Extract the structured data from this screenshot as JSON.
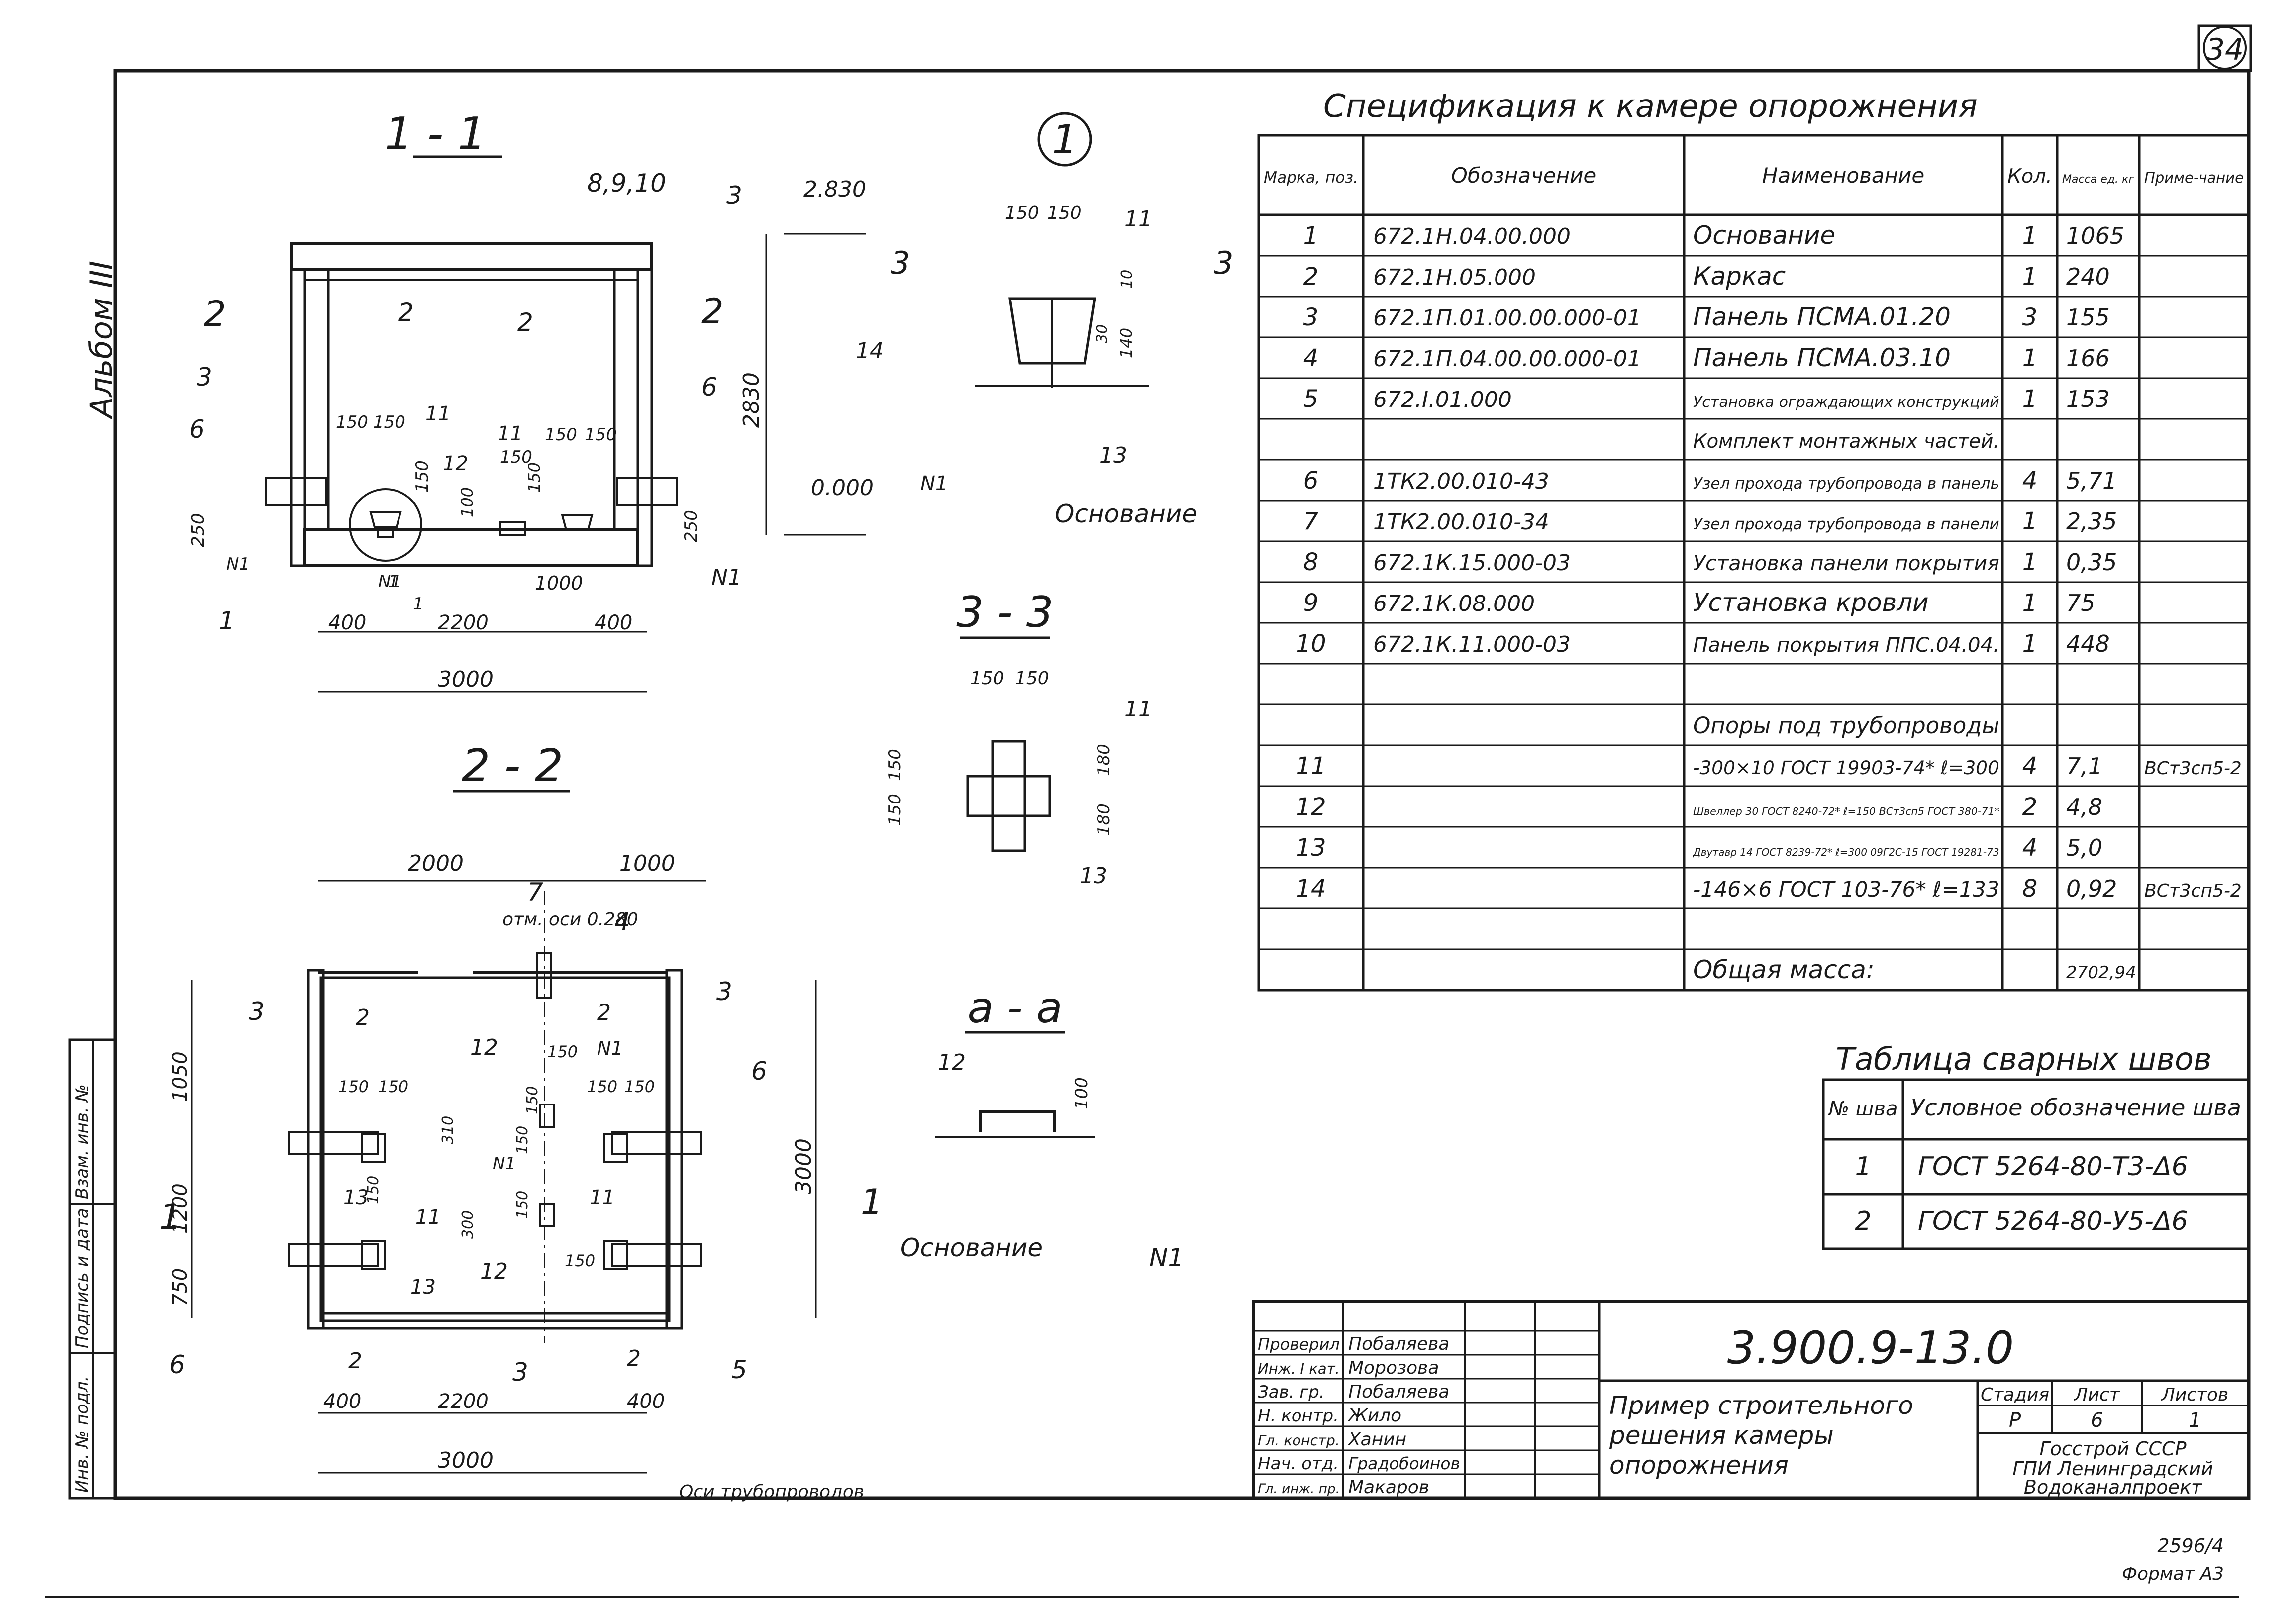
{
  "sheet": {
    "page_number": "34",
    "album": "Альбом III",
    "side_stamp": [
      "Инв. № подл.",
      "Подпись и дата",
      "Взам. инв. №"
    ],
    "footer_number": "2596/4",
    "format": "Формат А3"
  },
  "spec": {
    "title": "Спецификация к камере опорожнения",
    "headers": [
      "Марка, поз.",
      "Обозначение",
      "Наименование",
      "Кол.",
      "Масса ед. кг",
      "Приме-чание"
    ],
    "rows": [
      {
        "pos": "1",
        "code": "672.1Н.04.00.000",
        "name": "Основание",
        "qty": "1",
        "mass": "1065",
        "note": ""
      },
      {
        "pos": "2",
        "code": "672.1Н.05.000",
        "name": "Каркас",
        "qty": "1",
        "mass": "240",
        "note": ""
      },
      {
        "pos": "3",
        "code": "672.1П.01.00.00.000-01",
        "name": "Панель ПСМА.01.20",
        "qty": "3",
        "mass": "155",
        "note": ""
      },
      {
        "pos": "4",
        "code": "672.1П.04.00.00.000-01",
        "name": "Панель ПСМА.03.10",
        "qty": "1",
        "mass": "166",
        "note": ""
      },
      {
        "pos": "5",
        "code": "672.I.01.000",
        "name": "Установка ограждающих конструкций",
        "qty": "1",
        "mass": "153",
        "note": ""
      },
      {
        "pos": "",
        "code": "",
        "name": "Комплект монтажных частей.",
        "qty": "",
        "mass": "",
        "note": ""
      },
      {
        "pos": "6",
        "code": "1ТК2.00.010-43",
        "name": "Узел прохода трубопровода в панель",
        "qty": "4",
        "mass": "5,71",
        "note": ""
      },
      {
        "pos": "7",
        "code": "1ТК2.00.010-34",
        "name": "Узел прохода трубопровода в панели",
        "qty": "1",
        "mass": "2,35",
        "note": ""
      },
      {
        "pos": "8",
        "code": "672.1К.15.000-03",
        "name": "Установка панели покрытия",
        "qty": "1",
        "mass": "0,35",
        "note": ""
      },
      {
        "pos": "9",
        "code": "672.1К.08.000",
        "name": "Установка кровли",
        "qty": "1",
        "mass": "75",
        "note": ""
      },
      {
        "pos": "10",
        "code": "672.1К.11.000-03",
        "name": "Панель покрытия ППС.04.04.",
        "qty": "1",
        "mass": "448",
        "note": ""
      },
      {
        "pos": "",
        "code": "",
        "name": "",
        "qty": "",
        "mass": "",
        "note": ""
      },
      {
        "pos": "",
        "code": "",
        "name": "Опоры под трубопроводы",
        "qty": "",
        "mass": "",
        "note": ""
      },
      {
        "pos": "11",
        "code": "",
        "name": "-300×10 ГОСТ 19903-74* ℓ=300",
        "qty": "4",
        "mass": "7,1",
        "note": "ВСт3сп5-2"
      },
      {
        "pos": "12",
        "code": "",
        "name": "Швеллер 30 ГОСТ 8240-72* ℓ=150 ВСт3сп5 ГОСТ 380-71*",
        "qty": "2",
        "mass": "4,8",
        "note": ""
      },
      {
        "pos": "13",
        "code": "",
        "name": "Двутавр 14 ГОСТ 8239-72* ℓ=300 09Г2С-15 ГОСТ 19281-73",
        "qty": "4",
        "mass": "5,0",
        "note": ""
      },
      {
        "pos": "14",
        "code": "",
        "name": "-146×6 ГОСТ 103-76* ℓ=133",
        "qty": "8",
        "mass": "0,92",
        "note": "ВСт3сп5-2"
      },
      {
        "pos": "",
        "code": "",
        "name": "",
        "qty": "",
        "mass": "",
        "note": ""
      },
      {
        "pos": "",
        "code": "",
        "name": "Общая масса:",
        "qty": "",
        "mass": "2702,94",
        "note": ""
      }
    ]
  },
  "welds": {
    "title": "Таблица сварных швов",
    "headers": [
      "№ шва",
      "Условное обозначение шва"
    ],
    "rows": [
      {
        "n": "1",
        "code": "ГОСТ 5264-80-Т3-Δ6"
      },
      {
        "n": "2",
        "code": "ГОСТ 5264-80-У5-Δ6"
      }
    ]
  },
  "titleblock": {
    "doc_number": "3.900.9-13.0",
    "description": "Пример строительного решения камеры опорожнения",
    "stage_header": "Стадия",
    "sheet_header": "Лист",
    "sheets_header": "Листов",
    "stage": "Р",
    "sheet": "6",
    "sheets": "1",
    "org": [
      "Госстрой СССР",
      "ГПИ Ленинградский",
      "Водоканалпроект"
    ],
    "people": [
      {
        "role": "Проверил",
        "name": "Побаляева"
      },
      {
        "role": "Инж. I кат.",
        "name": "Морозова"
      },
      {
        "role": "Зав. гр.",
        "name": "Побаляева"
      },
      {
        "role": "Н. контр.",
        "name": "Жило"
      },
      {
        "role": "Гл. констр.",
        "name": "Ханин"
      },
      {
        "role": "Нач. отд.",
        "name": "Градобоинов"
      },
      {
        "role": "Гл. инж. пр.",
        "name": "Макаров"
      }
    ]
  },
  "drawing": {
    "s11": {
      "title": "1 - 1",
      "labels": [
        "8,9,10",
        "3",
        "2",
        "2",
        "3",
        "6",
        "6",
        "2",
        "2",
        "11",
        "11",
        "12",
        "1",
        "1",
        "1",
        "N1",
        "N1",
        "N1"
      ],
      "elev": [
        "2.830",
        "0.000"
      ],
      "dims": [
        "2830",
        "250",
        "250",
        "150",
        "150",
        "150",
        "150",
        "150",
        "150",
        "150",
        "100",
        "1000",
        "400",
        "2200",
        "400",
        "3000"
      ]
    },
    "s22": {
      "title": "2 - 2",
      "labels": [
        "7",
        "отм. оси 0.280",
        "4",
        "2",
        "2",
        "3",
        "3",
        "12",
        "N1",
        "N1",
        "6",
        "6",
        "11",
        "11",
        "13",
        "13",
        "12",
        "2",
        "2",
        "3",
        "5",
        "1",
        "1",
        "Оси трубопроводов"
      ],
      "dims": [
        "2000",
        "1000",
        "1050",
        "1200",
        "750",
        "3000",
        "150",
        "150",
        "150",
        "150",
        "150",
        "150",
        "150",
        "150",
        "150",
        "310",
        "300",
        "150",
        "400",
        "2200",
        "400",
        "3000"
      ]
    },
    "n1": {
      "title": "1",
      "labels": [
        "11",
        "14",
        "13",
        "N1",
        "Основание",
        "3",
        "3"
      ],
      "dims": [
        "150",
        "150",
        "10",
        "30",
        "140"
      ]
    },
    "s33": {
      "title": "3 - 3",
      "labels": [
        "11",
        "13"
      ],
      "dims": [
        "150",
        "150",
        "150",
        "150",
        "180",
        "180"
      ]
    },
    "aa": {
      "title": "а - а",
      "labels": [
        "12",
        "Основание",
        "N1"
      ],
      "dims": [
        "100"
      ]
    }
  }
}
